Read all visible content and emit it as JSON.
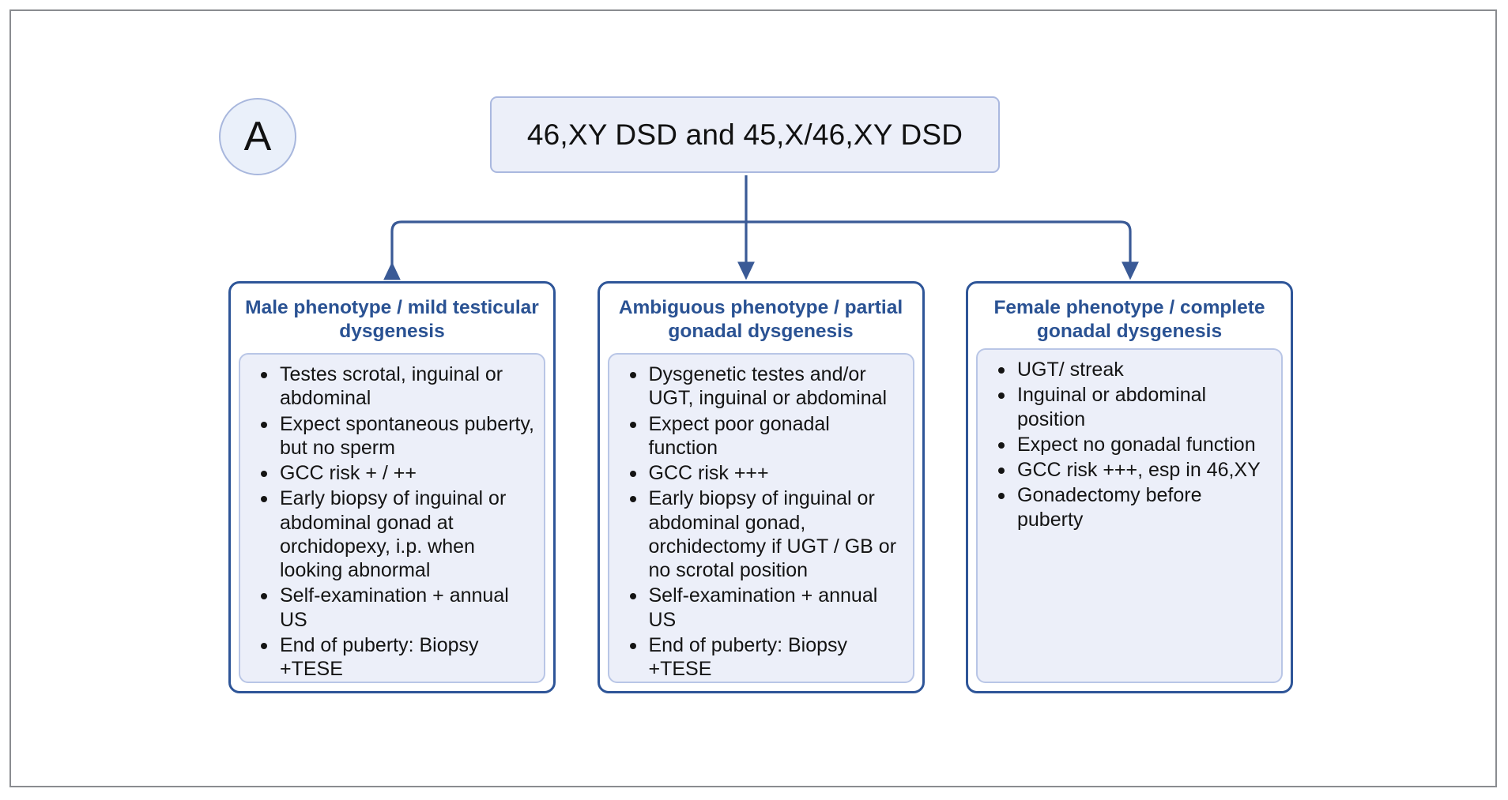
{
  "figure": {
    "panel_label": "A",
    "root_title": "46,XY DSD and 45,X/46,XY DSD",
    "accent_color": "#2a5293",
    "border_color": "#2e5598",
    "panel_fill": "#eceff9",
    "connector_color": "#3a5a96"
  },
  "columns": [
    {
      "title": "Male phenotype / mild testicular dysgenesis",
      "items": [
        "Testes scrotal, inguinal or abdominal",
        "Expect spontaneous puberty, but no sperm",
        "GCC risk + / ++",
        "Early biopsy of inguinal or abdominal gonad at orchidopexy, i.p. when looking abnormal",
        "Self-examination + annual US",
        "End of puberty: Biopsy +TESE"
      ]
    },
    {
      "title": "Ambiguous phenotype / partial gonadal dysgenesis",
      "items": [
        "Dysgenetic testes and/or UGT, inguinal or abdominal",
        "Expect poor gonadal function",
        "GCC risk +++",
        "Early biopsy of inguinal or abdominal gonad, orchidectomy if UGT / GB or no scrotal position",
        "Self-examination + annual US",
        "End of puberty: Biopsy +TESE"
      ]
    },
    {
      "title": "Female phenotype / complete gonadal dysgenesis",
      "items": [
        "UGT/ streak",
        "Inguinal or abdominal position",
        "Expect no gonadal function",
        "GCC risk +++, esp in 46,XY",
        "Gonadectomy before puberty"
      ]
    }
  ]
}
